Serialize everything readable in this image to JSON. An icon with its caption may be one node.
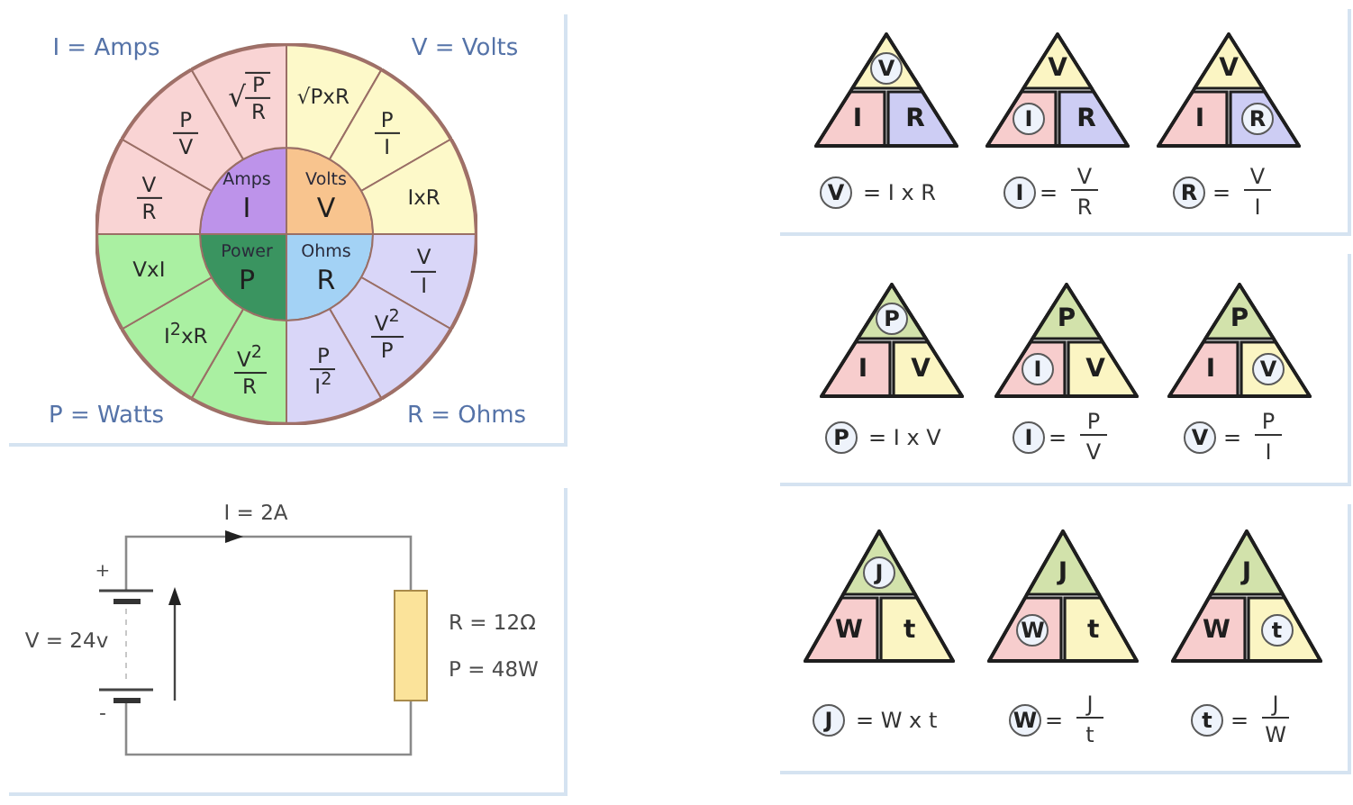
{
  "diagram": {
    "nodes": [
      {
        "text": [],
        "shape": "circle"
      },
      {
        "text": [
          "Amps",
          "I"
        ],
        "in": 0
      },
      {
        "text": [
          "Volts",
          "V"
        ],
        "in": 0
      },
      {
        "text": [
          "Power",
          "P"
        ],
        "in": 0
      },
      {
        "text": [
          "Ohms",
          "R"
        ],
        "in": 0
      },
      {
        "text": [
          "V",
          "R"
        ],
        "in": 0
      },
      {
        "text": [
          "P",
          "V"
        ],
        "in": 0
      },
      {
        "text": [
          "√",
          "P",
          "R"
        ],
        "in": 0
      },
      {
        "text": [
          "√PxR"
        ],
        "in": 0
      },
      {
        "text": [
          "P",
          "I"
        ],
        "in": 0
      },
      {
        "text": [
          "IxR"
        ],
        "in": 0
      },
      {
        "text": [
          "V",
          "I"
        ],
        "in": 0
      },
      {
        "text": [
          "V$^{2}$",
          "P"
        ],
        "in": 0
      },
      {
        "text": [
          "P",
          "I$^{2}$"
        ],
        "in": 0
      },
      {
        "text": [
          "V$^{2}$",
          "R"
        ],
        "in": 0
      },
      {
        "text": [
          "I$^{2}$xR"
        ],
        "in": 0
      },
      {
        "text": [
          "VxI"
        ],
        "in": 0
      },
      {
        "text": [],
        "shape": "triangle"
      },
      {
        "text": [],
        "shape": "triangle",
        "in": 17
      },
      {
        "text": [
          "V"
        ],
        "in": 18
      },
      {
        "text": [
          "I"
        ],
        "in": 17
      },
      {
        "text": [
          "R"
        ],
        "in": 17
      },
      {
        "text": [],
        "shape": "triangle"
      },
      {
        "text": [
          "V"
        ],
        "in": 22
      },
      {
        "text": [],
        "shape": "trapezoid",
        "in": 22
      },
      {
        "text": [
          "I"
        ],
        "in": 24
      },
      {
        "text": [
          "R"
        ],
        "in": 22
      },
      {
        "text": [],
        "shape": "triangle"
      },
      {
        "text": [
          "V"
        ],
        "in": 27
      },
      {
        "text": [
          "I"
        ],
        "in": 27
      },
      {
        "text": [],
        "shape": "trapezoid",
        "in": 27
      },
      {
        "text": [
          "R"
        ],
        "in": 30
      },
      {
        "text": [
          "V"
        ]
      },
      {
        "text": [
          "I"
        ]
      },
      {
        "text": [
          "R"
        ]
      },
      {
        "text": [],
        "shape": "triangle"
      },
      {
        "text": [],
        "shape": "triangle",
        "in": 35
      },
      {
        "text": [
          "P"
        ],
        "in": 36
      },
      {
        "text": [
          "I"
        ],
        "in": 35
      },
      {
        "text": [
          "V"
        ],
        "in": 35
      },
      {
        "text": [],
        "shape": "triangle"
      },
      {
        "text": [
          "P"
        ],
        "in": 40
      },
      {
        "text": [],
        "shape": "trapezoid",
        "in": 40
      },
      {
        "text": [
          "I"
        ],
        "in": 42
      },
      {
        "text": [
          "V"
        ],
        "in": 40
      },
      {
        "text": [],
        "shape": "triangle"
      },
      {
        "text": [
          "P"
        ],
        "in": 45
      },
      {
        "text": [
          "I"
        ],
        "in": 45
      },
      {
        "text": [],
        "shape": "trapezoid",
        "in": 45
      },
      {
        "text": [
          "V"
        ],
        "in": 48
      },
      {
        "text": [
          "P"
        ]
      },
      {
        "text": [
          "I"
        ]
      },
      {
        "text": [
          "V"
        ]
      },
      {
        "text": [],
        "shape": "triangle"
      },
      {
        "text": [],
        "shape": "triangle",
        "in": 53
      },
      {
        "text": [
          "J"
        ],
        "in": 54
      },
      {
        "text": [
          "W"
        ],
        "in": 53
      },
      {
        "text": [
          "t"
        ],
        "in": 53
      },
      {
        "text": [],
        "shape": "triangle"
      },
      {
        "text": [
          "J"
        ],
        "in": 58
      },
      {
        "text": [],
        "shape": "trapezoid",
        "in": 58
      },
      {
        "text": [
          "W"
        ],
        "in": 60
      },
      {
        "text": [
          "t"
        ],
        "in": 58
      },
      {
        "text": [],
        "shape": "triangle"
      },
      {
        "text": [
          "J"
        ],
        "in": 63
      },
      {
        "text": [
          "W"
        ],
        "in": 63
      },
      {
        "text": [],
        "shape": "trapezoid",
        "in": 63
      },
      {
        "text": [
          "t"
        ],
        "in": 66
      },
      {
        "text": [
          "J"
        ]
      },
      {
        "text": [
          "W"
        ]
      },
      {
        "text": [
          "t"
        ]
      }
    ],
    "labels": [
      "I = Amps",
      "V = Volts",
      "P = Watts",
      "R = Ohms",
      "I = 2A",
      "+",
      "V = 24v",
      "-",
      "R = 12Ω",
      "P = 48W",
      "= I x R",
      "=",
      "V",
      "R",
      "=",
      "V",
      "I",
      "= I x V",
      "=",
      "P",
      "V",
      "=",
      "P",
      "I",
      "= W x t",
      "=",
      "J",
      "t",
      "=",
      "J",
      "W"
    ]
  }
}
